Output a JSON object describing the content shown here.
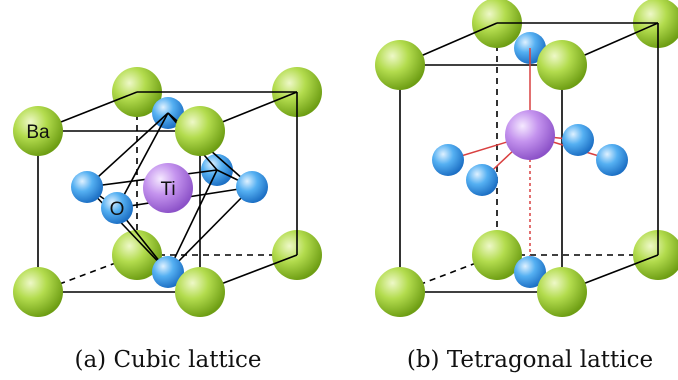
{
  "panels": [
    {
      "caption": "(a) Cubic lattice",
      "labels": {
        "barium": "Ba",
        "oxygen": "O",
        "titanium": "Ti"
      }
    },
    {
      "caption": "(b) Tetragonal lattice"
    }
  ],
  "colors": {
    "barium_atom": "#9acd32",
    "oxygen_atom": "#3399ee",
    "titanium_atom": "#b57fe0",
    "bond_tetragonal": "#d94040",
    "edge": "#000000"
  }
}
